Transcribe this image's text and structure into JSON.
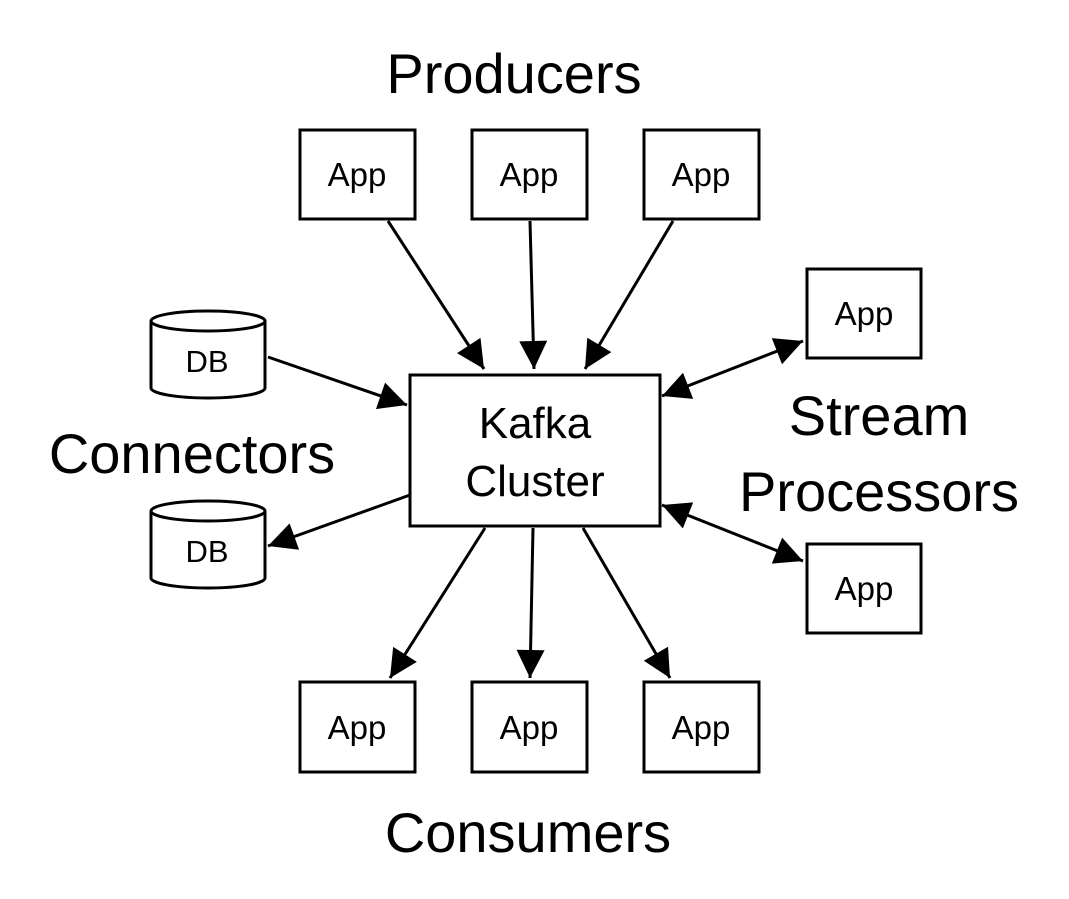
{
  "labels": {
    "producers": "Producers",
    "consumers": "Consumers",
    "connectors": "Connectors",
    "stream_line1": "Stream",
    "stream_line2": "Processors"
  },
  "kafka": {
    "line1": "Kafka",
    "line2": "Cluster"
  },
  "producers": [
    {
      "label": "App"
    },
    {
      "label": "App"
    },
    {
      "label": "App"
    }
  ],
  "consumers": [
    {
      "label": "App"
    },
    {
      "label": "App"
    },
    {
      "label": "App"
    }
  ],
  "stream_processors": [
    {
      "label": "App"
    },
    {
      "label": "App"
    }
  ],
  "databases": [
    {
      "label": "DB"
    },
    {
      "label": "DB"
    }
  ],
  "colors": {
    "stroke": "#000000",
    "fill": "#ffffff",
    "text": "#000000"
  }
}
